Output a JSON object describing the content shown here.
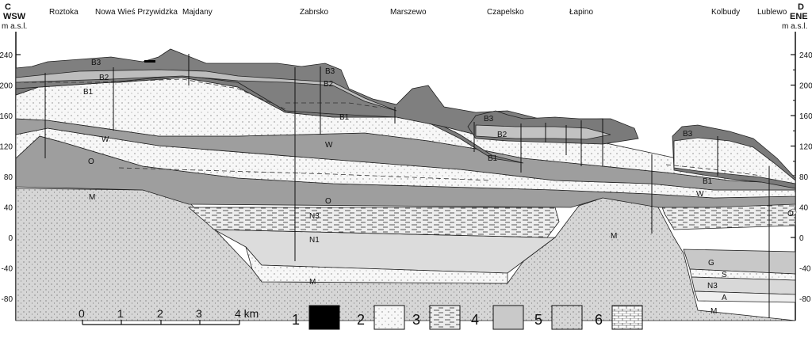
{
  "left_axis": {
    "letter": "C",
    "direction": "WSW",
    "unit": "m a.s.l.",
    "ticks": [
      "240",
      "200",
      "160",
      "120",
      "80",
      "40",
      "0",
      "-40",
      "-80"
    ]
  },
  "right_axis": {
    "letter": "D",
    "direction": "ENE",
    "unit": "m a.s.l.",
    "ticks": [
      "240",
      "200",
      "160",
      "120",
      "80",
      "40",
      "0",
      "-40",
      "-80"
    ]
  },
  "places": [
    "Roztoka",
    "Nowa Wieś Przywidzka",
    "Majdany",
    "Zabrsko",
    "Marszewo",
    "Czapelsko",
    "Łapino",
    "Kolbudy",
    "Lublewo"
  ],
  "layer_labels": {
    "b3_a": "B3",
    "b2_a": "B2",
    "b1_a": "B1",
    "b3_b": "B3",
    "b2_b": "B2",
    "b1_b": "B1",
    "b3_c": "B3",
    "b2_c": "B2",
    "b1_c": "B1",
    "b3_d": "B3",
    "b1_d": "B1",
    "w_a": "W",
    "w_b": "W",
    "w_c": "W",
    "o_a": "O",
    "o_b": "O",
    "o_c": "O",
    "m_a": "M",
    "m_b": "M",
    "m_c": "M",
    "m_d": "M",
    "n3_a": "N3",
    "n1_a": "N1",
    "g_a": "G",
    "s_a": "S",
    "n3_b": "N3",
    "a_a": "A"
  },
  "scale_bar": {
    "ticks": [
      "0",
      "1",
      "2",
      "3"
    ],
    "end_label": "4 km"
  },
  "legend": [
    {
      "num": "1",
      "pattern": "black"
    },
    {
      "num": "2",
      "pattern": "sparse-dots"
    },
    {
      "num": "3",
      "pattern": "dashes"
    },
    {
      "num": "4",
      "pattern": "light-grey"
    },
    {
      "num": "5",
      "pattern": "grey-dots"
    },
    {
      "num": "6",
      "pattern": "brick"
    }
  ],
  "colors": {
    "dark_grey": "#7a7a7a",
    "mid_grey": "#9e9e9e",
    "light_grey": "#c9c9c9",
    "pale": "#e2e2e2",
    "dots_bg": "#f4f4f4",
    "black": "#000000"
  }
}
